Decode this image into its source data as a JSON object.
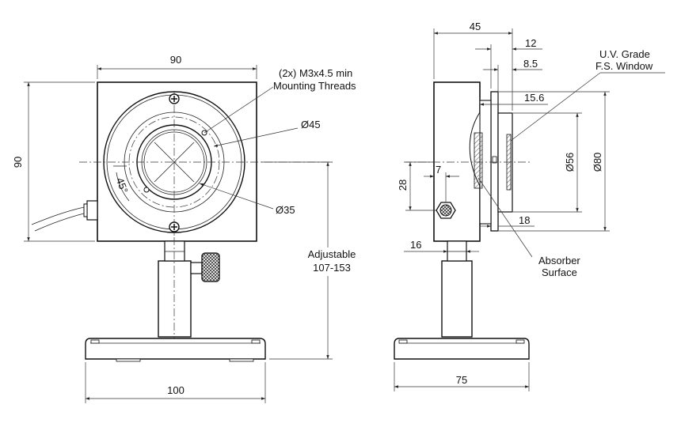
{
  "front_view": {
    "width_label": "90",
    "height_label": "90",
    "threads_label_line1": "(2x) M3x4.5 min",
    "threads_label_line2": "Mounting Threads",
    "dia_outer_label": "Ø45",
    "dia_inner_label": "Ø35",
    "angle_label": "45°",
    "adjustable_label_line1": "Adjustable",
    "adjustable_label_line2": "107-153",
    "base_width_label": "100"
  },
  "side_view": {
    "depth_label": "45",
    "dim_12_label": "12",
    "dim_8_5_label": "8.5",
    "dim_15_6_label": "15.6",
    "window_label_line1": "U.V. Grade",
    "window_label_line2": "F.S. Window",
    "dia_56_label": "Ø56",
    "dia_80_label": "Ø80",
    "dim_7_label": "7",
    "dim_28_label": "28",
    "dim_18_label": "18",
    "dim_16_label": "16",
    "absorber_label_line1": "Absorber",
    "absorber_label_line2": "Surface",
    "base_width_label": "75"
  }
}
